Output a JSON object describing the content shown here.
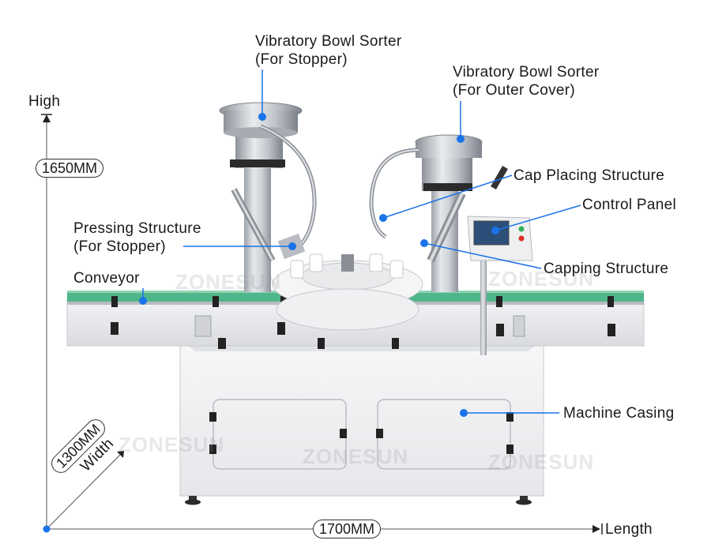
{
  "labels": {
    "bowl_stopper_line1": "Vibratory Bowl Sorter",
    "bowl_stopper_line2": "(For Stopper)",
    "bowl_cover_line1": "Vibratory Bowl Sorter",
    "bowl_cover_line2": "(For Outer Cover)",
    "cap_placing": "Cap Placing Structure",
    "control_panel": "Control Panel",
    "pressing_line1": "Pressing Structure",
    "pressing_line2": "(For Stopper)",
    "capping": "Capping Structure",
    "conveyor": "Conveyor",
    "machine_casing": "Machine Casing"
  },
  "dimensions": {
    "height_axis_label": "High",
    "height_value": "1650MM",
    "width_value": "1300MM",
    "width_axis_label": "Width",
    "length_value": "1700MM",
    "length_axis_label": "Length"
  },
  "watermark": "ZONESUN",
  "colors": {
    "callout": "#1a73e8",
    "conveyor_belt": "#4fb58a",
    "casing": "#f1f1f3",
    "steel": "#c9ccd1"
  }
}
